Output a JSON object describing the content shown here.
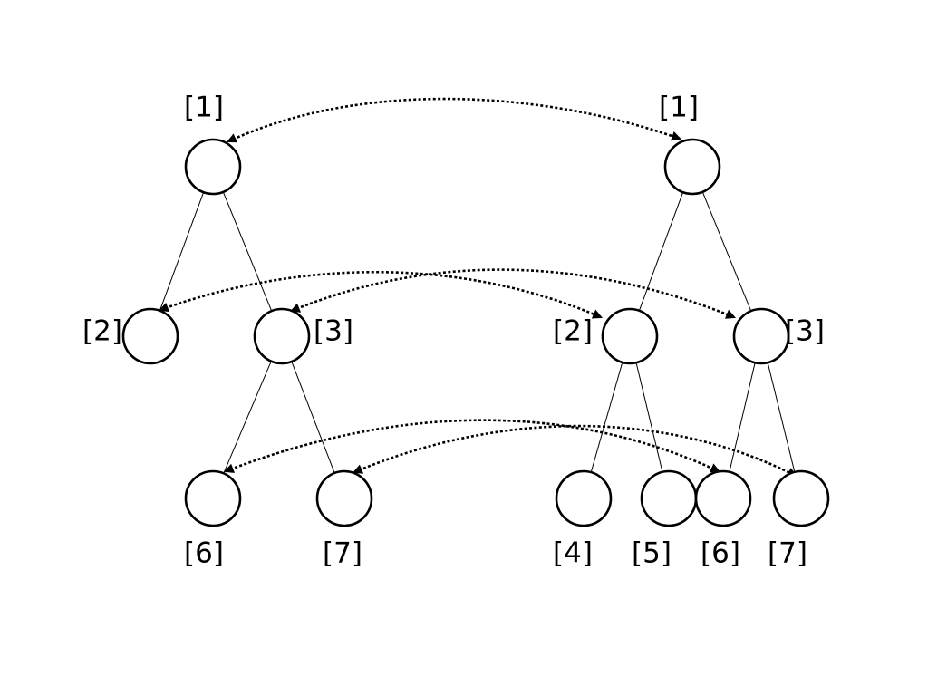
{
  "colors": {
    "stroke": "#000000",
    "background": "#ffffff"
  },
  "trees": [
    {
      "name": "left-tree",
      "nodes": [
        {
          "id": "L1",
          "label": "[1]"
        },
        {
          "id": "L2",
          "label": "[2]"
        },
        {
          "id": "L3",
          "label": "[3]"
        },
        {
          "id": "L6",
          "label": "[6]"
        },
        {
          "id": "L7",
          "label": "[7]"
        }
      ],
      "edges": [
        [
          "L1",
          "L2"
        ],
        [
          "L1",
          "L3"
        ],
        [
          "L3",
          "L6"
        ],
        [
          "L3",
          "L7"
        ]
      ]
    },
    {
      "name": "right-tree",
      "nodes": [
        {
          "id": "R1",
          "label": "[1]"
        },
        {
          "id": "R2",
          "label": "[2]"
        },
        {
          "id": "R3",
          "label": "[3]"
        },
        {
          "id": "R4",
          "label": "[4]"
        },
        {
          "id": "R5",
          "label": "[5]"
        },
        {
          "id": "R6",
          "label": "[6]"
        },
        {
          "id": "R7",
          "label": "[7]"
        }
      ],
      "edges": [
        [
          "R1",
          "R2"
        ],
        [
          "R1",
          "R3"
        ],
        [
          "R2",
          "R4"
        ],
        [
          "R2",
          "R5"
        ],
        [
          "R3",
          "R6"
        ],
        [
          "R3",
          "R7"
        ]
      ]
    }
  ],
  "links": [
    {
      "from": "L1",
      "to": "R1",
      "style": "dotted",
      "arrows": "both"
    },
    {
      "from": "L2",
      "to": "R2",
      "style": "dotted",
      "arrows": "both"
    },
    {
      "from": "L3",
      "to": "R3",
      "style": "dotted",
      "arrows": "both"
    },
    {
      "from": "L6",
      "to": "R6",
      "style": "dotted",
      "arrows": "both"
    },
    {
      "from": "L7",
      "to": "R7",
      "style": "dotted",
      "arrows": "both"
    }
  ]
}
